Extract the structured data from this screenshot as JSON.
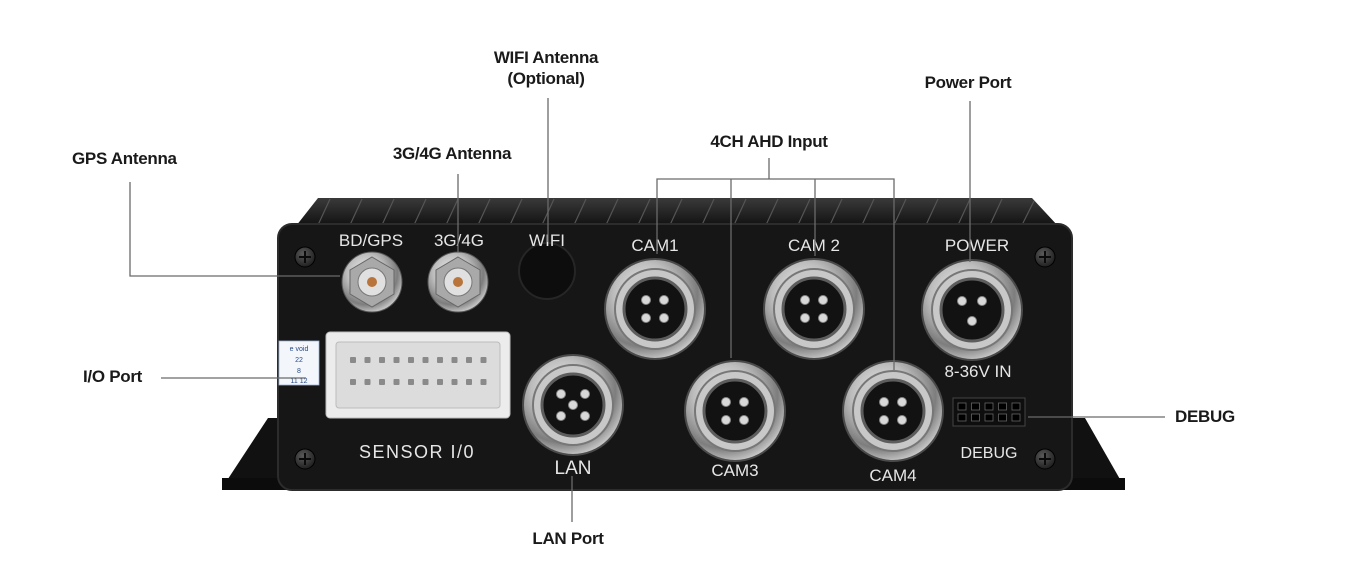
{
  "callouts": {
    "gps_antenna": "GPS Antenna",
    "cellular_antenna": "3G/4G Antenna",
    "wifi_antenna_line1": "WIFI Antenna",
    "wifi_antenna_line2": "(Optional)",
    "ahd_input": "4CH AHD Input",
    "power_port": "Power Port",
    "io_port": "I/O Port",
    "debug": "DEBUG",
    "lan_port": "LAN Port"
  },
  "panel": {
    "bd_gps": "BD/GPS",
    "g34": "3G/4G",
    "wifi": "WIFI",
    "cam1": "CAM1",
    "cam2": "CAM 2",
    "power": "POWER",
    "voltage": "8-36V IN",
    "lan": "LAN",
    "cam3": "CAM3",
    "cam4": "CAM4",
    "debug": "DEBUG",
    "sensor_io": "SENSOR I/0"
  },
  "sticker": {
    "line1": "e void",
    "line2": "22",
    "line3": "8",
    "line4": "11 12"
  },
  "colors": {
    "case": "#151515",
    "case_edge": "#2a2a2a",
    "silk": "#e6e6e6",
    "callout_line": "#6a6a6a",
    "connector_metal": "#c9c9c9"
  }
}
